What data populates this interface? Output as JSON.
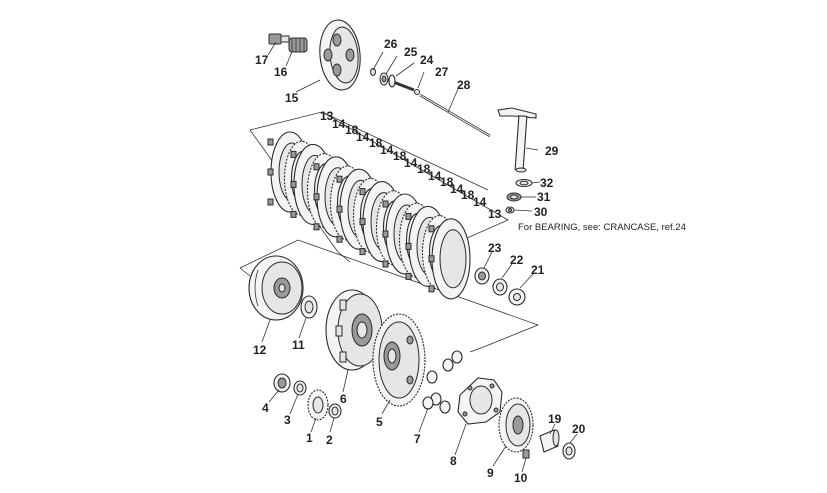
{
  "labels": {
    "p1": "1",
    "p2": "2",
    "p3": "3",
    "p4": "4",
    "p5": "5",
    "p6": "6",
    "p7": "7",
    "p8": "8",
    "p9": "9",
    "p10": "10",
    "p11": "11",
    "p12": "12",
    "p13a": "13",
    "p13b": "13",
    "p14a": "14",
    "p14b": "14",
    "p14c": "14",
    "p14d": "14",
    "p14e": "14",
    "p14f": "14",
    "p14g": "14",
    "p15": "15",
    "p16": "16",
    "p17": "17",
    "p18a": "18",
    "p18b": "18",
    "p18c": "18",
    "p18d": "18",
    "p18e": "18",
    "p18f": "18",
    "p19": "19",
    "p20": "20",
    "p21": "21",
    "p22": "22",
    "p23": "23",
    "p24": "24",
    "p25": "25",
    "p26": "26",
    "p27": "27",
    "p28": "28",
    "p29": "29",
    "p30": "30",
    "p31": "31",
    "p32": "32"
  },
  "note": "For BEARING, see: CRANCASE, ref.24"
}
